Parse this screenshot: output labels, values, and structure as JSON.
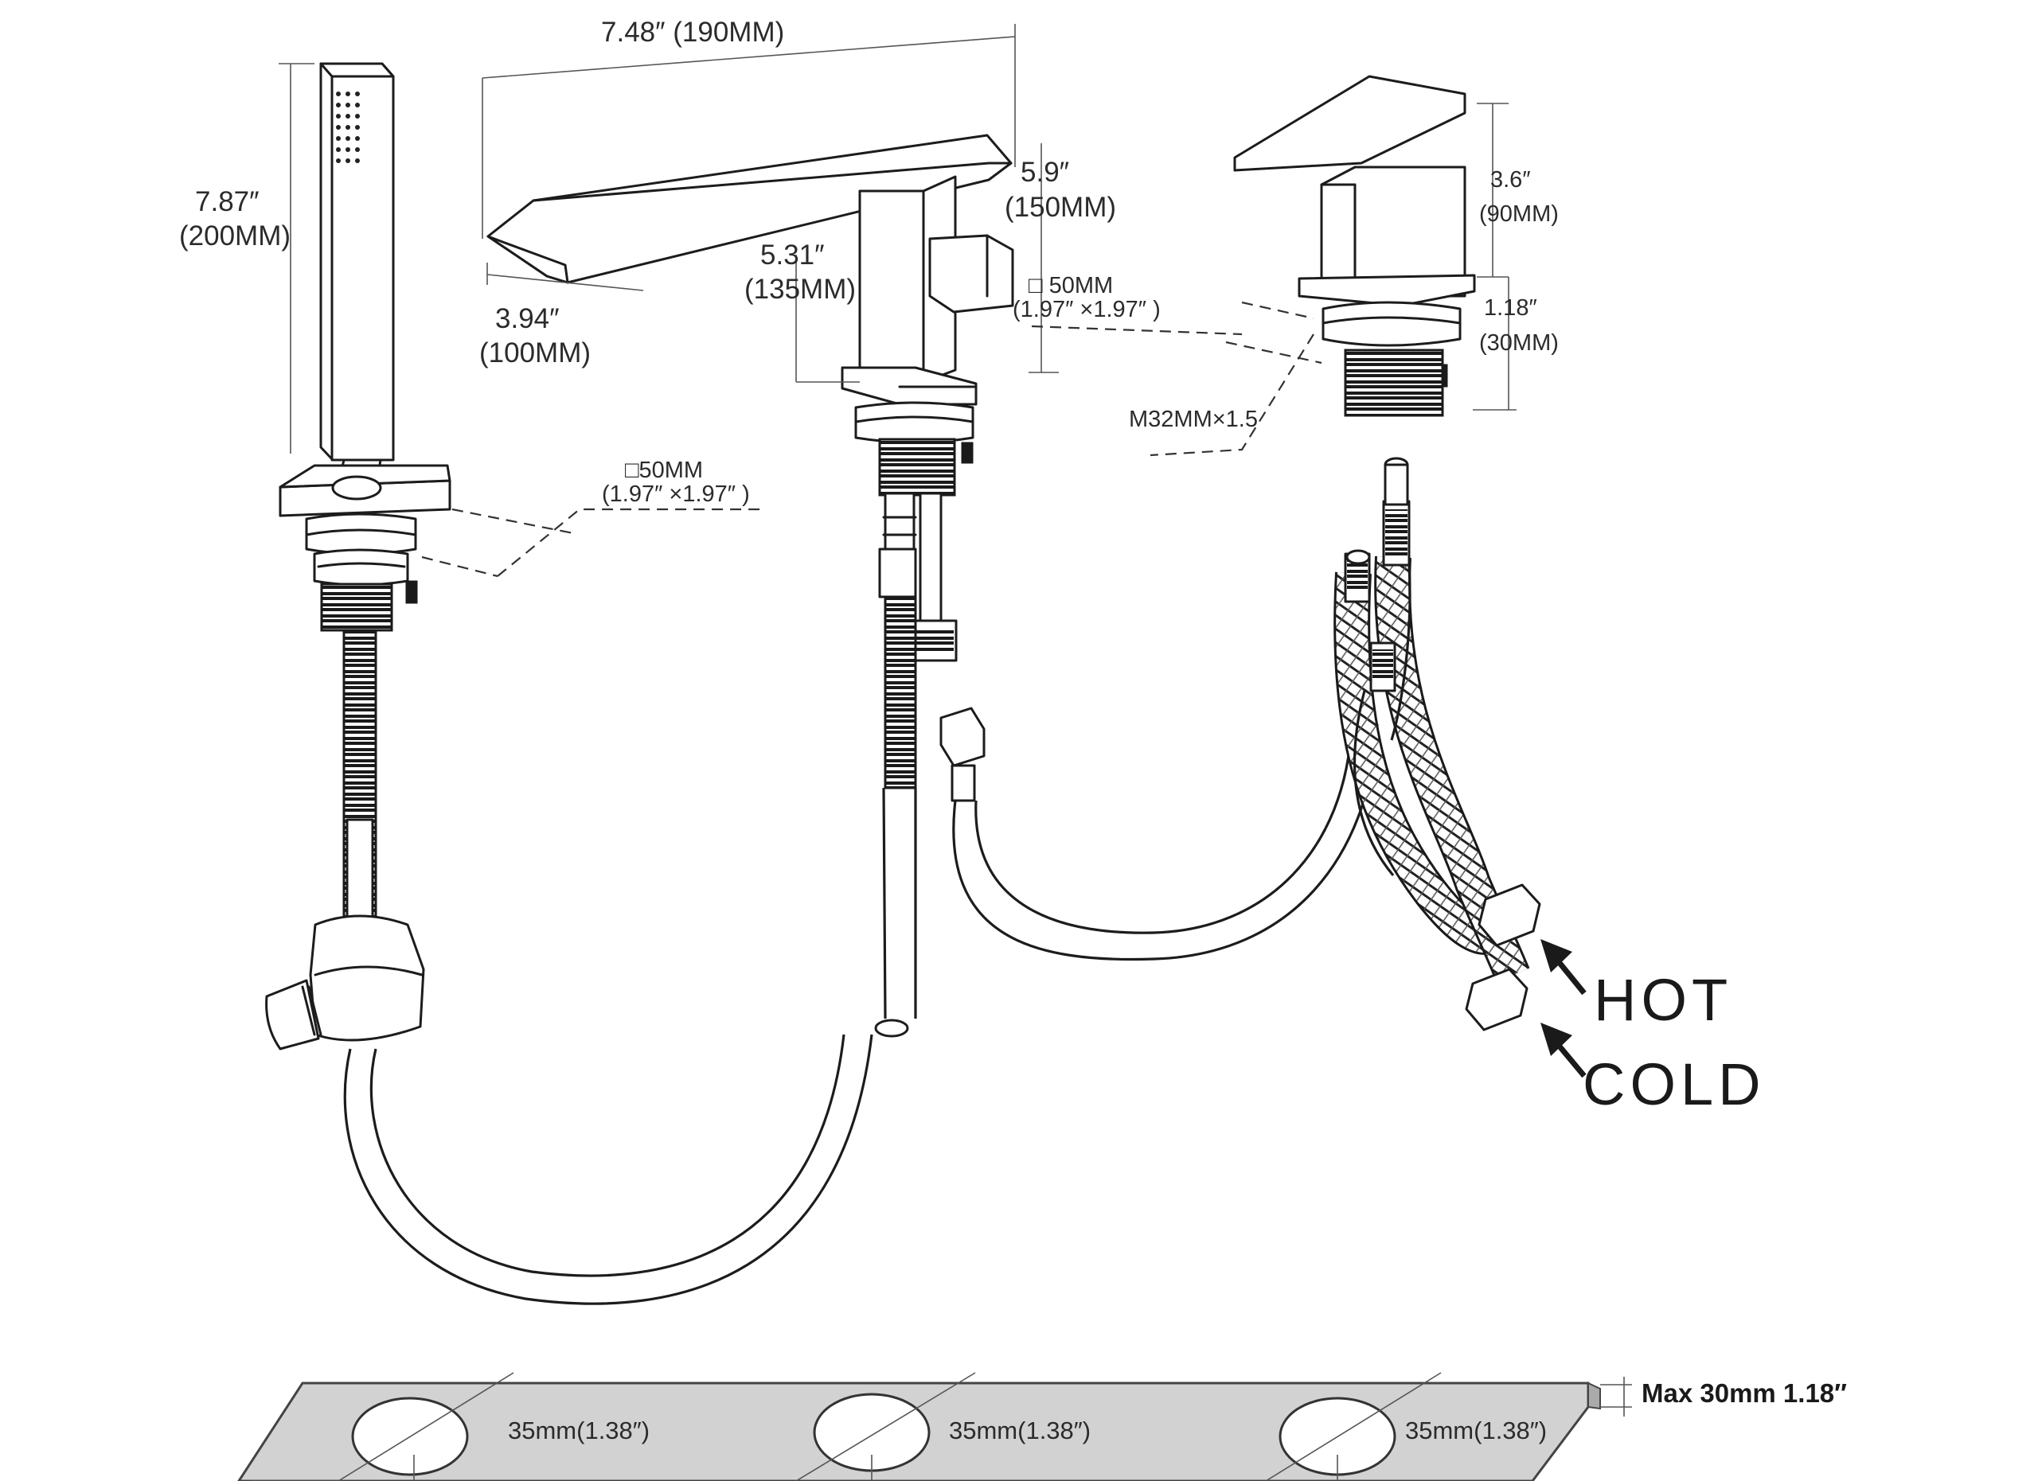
{
  "labels": {
    "width_total": "7.48″  (190MM)",
    "spout_height_in": "5.9″",
    "spout_height_mm": "(150MM)",
    "body_height_in": "5.31″",
    "body_height_mm": "(135MM)",
    "spout_reach_in": "3.94″",
    "spout_reach_mm": "(100MM)",
    "base_square_center_1": "□ 50MM",
    "base_square_center_2": "(1.97″ ×1.97″ )",
    "handle_height_in": "3.6″",
    "handle_height_mm": "(90MM)",
    "handle_base_in": "1.18″",
    "handle_base_mm": "(30MM)",
    "thread": "M32MM×1.5",
    "shower_height_in": "7.87″",
    "shower_height_mm": "(200MM)",
    "base_square_left_1": "□50MM",
    "base_square_left_2": "(1.97″ ×1.97″ )",
    "hot": "HOT",
    "cold": "COLD",
    "max_thickness": "Max 30mm 1.18″",
    "hole_1": "35mm(1.38″)",
    "hole_2": "35mm(1.38″)",
    "hole_3": "35mm(1.38″)"
  }
}
